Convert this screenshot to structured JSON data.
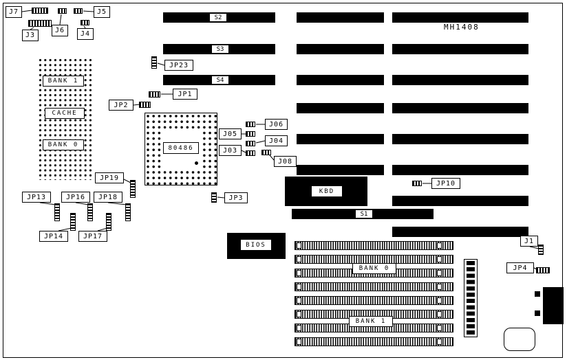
{
  "board": {
    "model": "MH1408"
  },
  "connectors": {
    "j7": "J7",
    "j5": "J5",
    "j3": "J3",
    "j6": "J6",
    "j4": "J4",
    "j1": "J1",
    "j03": "J03",
    "j04": "J04",
    "j05": "J05",
    "j06": "J06",
    "j08": "J08"
  },
  "jumpers": {
    "jp1": "JP1",
    "jp2": "JP2",
    "jp3": "JP3",
    "jp4": "JP4",
    "jp10": "JP10",
    "jp13": "JP13",
    "jp14": "JP14",
    "jp16": "JP16",
    "jp17": "JP17",
    "jp18": "JP18",
    "jp19": "JP19",
    "jp23": "JP23"
  },
  "slots": {
    "s1": "S1",
    "s2": "S2",
    "s3": "S3",
    "s4": "S4"
  },
  "chips": {
    "cpu": "80486",
    "bios": "BIOS",
    "keyboard": "KBD"
  },
  "cache_area": {
    "bank1": "BANK 1",
    "label": "CACHE",
    "bank0": "BANK 0"
  },
  "memory": {
    "bank0": "BANK 0",
    "bank1": "BANK 1"
  }
}
